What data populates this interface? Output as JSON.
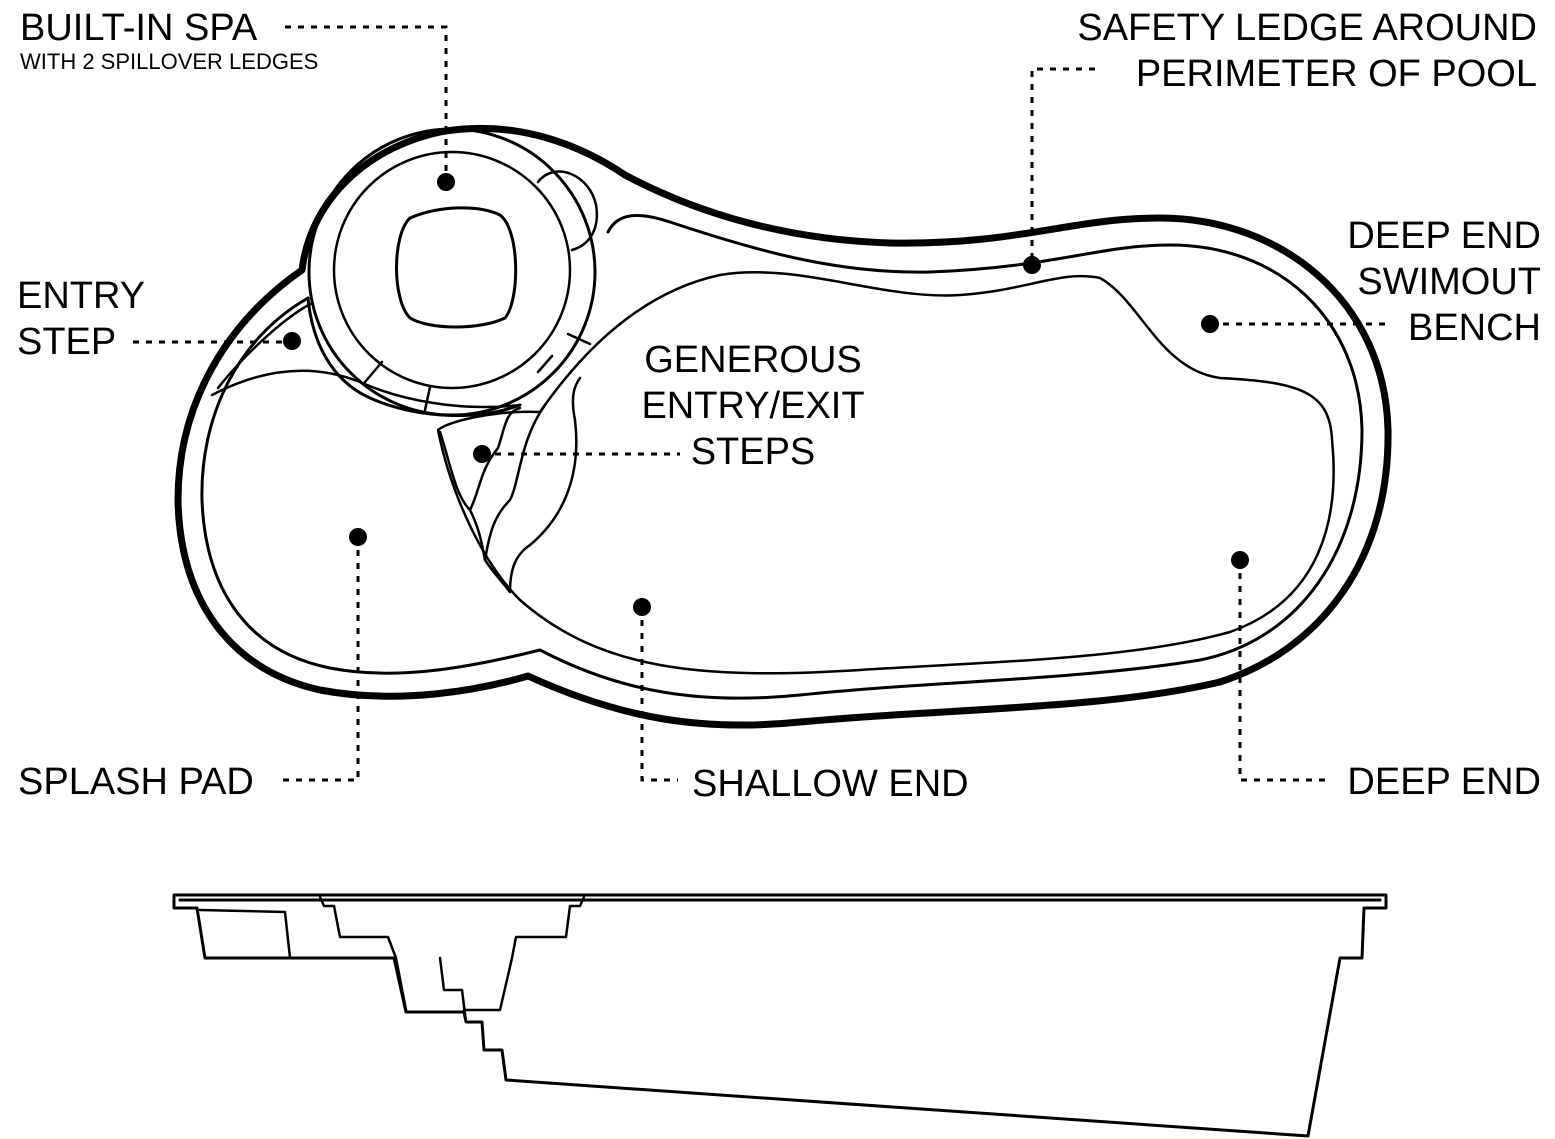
{
  "labels": {
    "built_in_spa": "BUILT-IN SPA",
    "built_in_spa_sub": "WITH 2 SPILLOVER LEDGES",
    "safety_ledge_line1": "SAFETY LEDGE AROUND",
    "safety_ledge_line2": "PERIMETER OF POOL",
    "entry_step_line1": "ENTRY",
    "entry_step_line2": "STEP",
    "generous_line1": "GENEROUS",
    "generous_line2": "ENTRY/EXIT",
    "generous_line3": "STEPS",
    "deep_end_bench_line1": "DEEP END",
    "deep_end_bench_line2": "SWIMOUT",
    "deep_end_bench_line3": "BENCH",
    "splash_pad": "SPLASH PAD",
    "shallow_end": "SHALLOW END",
    "deep_end": "DEEP END"
  },
  "colors": {
    "line": "#000000",
    "background": "#ffffff"
  }
}
